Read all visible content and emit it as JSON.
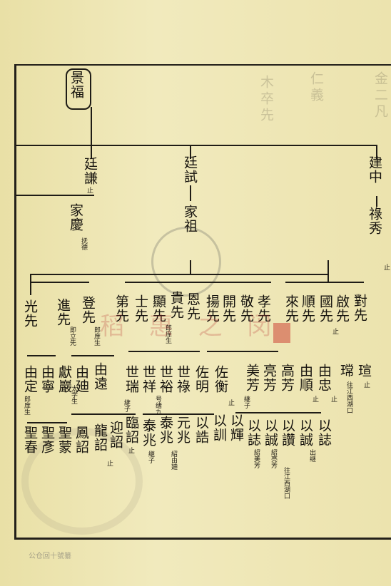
{
  "genealogy": {
    "nodes": {
      "jingfu": "景福",
      "tingqian": "廷謙",
      "tingshi": "廷試",
      "jiaqing": "家慶",
      "jiazu": "家祖",
      "jianzhong": "建中",
      "luxiu": "祿秀",
      "guangxian": "光先",
      "jinxian": "進先",
      "dengxian": "登先",
      "dixian": "第先",
      "shixian": "士先",
      "xianxian": "顯先",
      "guixian": "貴先",
      "enxian": "恩先",
      "yangxian": "揚先",
      "kaixian": "開先",
      "jingxian": "敬先",
      "xiaoxian": "孝先",
      "laixian": "來先",
      "shunxian": "順先",
      "guoxian": "國先",
      "qixian": "啟先",
      "duixian": "對先",
      "youding": "由定",
      "youning": "由寧",
      "xianwei": "獻巖",
      "youdi": "由廸",
      "youyuan": "由遠",
      "shirui": "世瑞",
      "shixiang": "世祥",
      "shiyu": "世裕",
      "shilu": "世祿",
      "zuoming": "佐明",
      "zuoheng": "佐衡",
      "meifang": "美芳",
      "liangfang": "亮芳",
      "gaofang": "高芳",
      "youshun": "由順",
      "youzhong": "由忠",
      "xiang": "瑺",
      "xuan": "瑄",
      "shengchun": "聖春",
      "shengyan": "聖彥",
      "shengmeng": "聖蒙",
      "fengzhao": "鳳詔",
      "longzhao": "龍詔",
      "yingzhao": "迎詔",
      "linzhao": "臨詔",
      "taizhao": "泰兆",
      "tianzhao": "泰兆",
      "yuanzhao": "元兆",
      "yigao": "以誥",
      "yixun": "以訓",
      "yihui": "以輝",
      "yizhi": "以誌",
      "yicheng": "以誠",
      "yizan": "以讚",
      "yicheng2": "以誠",
      "yizhi2": "以誌"
    },
    "notes": {
      "zhi": "止",
      "zhi2": "止",
      "zhi3": "止",
      "zhi4": "止",
      "zhi5": "止",
      "zhi6": "止",
      "zhi7": "止",
      "zhi8": "止",
      "zhi9": "止",
      "jiaqing_note": "抚德",
      "jinxian_note": "即立先",
      "dengxian_note": "郎庠生",
      "xianxian_note": "郎庠生",
      "xianwei_note": "太学生",
      "youding_note": "郎庠生",
      "shiyu_note": "号绪九",
      "xuan_note": "往江西湖口",
      "gaofang_note": "出继",
      "jizi": "継子",
      "jizi2": "継子",
      "jizi3": "継子",
      "shaoyou": "紹由廸",
      "shaoliang": "紹亮芳",
      "shaomei": "紹美芳",
      "wangjiang": "往江西湖口"
    },
    "watermark": "稻 惠 之 闵",
    "footer": "公仓回十號纂"
  }
}
